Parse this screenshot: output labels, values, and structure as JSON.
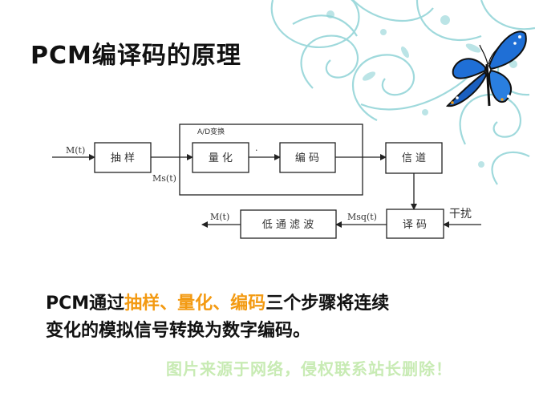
{
  "slide": {
    "title": "PCM编译码的原理",
    "description": {
      "prefix": "PCM通过",
      "highlight": "抽样、量化、编码",
      "middle": "三个步骤将连续",
      "line2": "变化的模拟信号转换为数字编码。"
    },
    "watermark": "图片来源于网络，侵权联系站长删除！",
    "colors": {
      "highlight": "#f39a12",
      "watermark": "#c8ebb4",
      "decoration": "#8fd3d6"
    }
  },
  "diagram": {
    "blocks": {
      "sample": "抽 样",
      "quantize": "量 化",
      "encode": "编 码",
      "channel": "信 道",
      "decode": "译 码",
      "lowpass": "低 通 滤 波"
    },
    "group_label": "A/D变换",
    "signals": {
      "input": "M(t)",
      "sampled": "Ms(t)",
      "quantized": "·",
      "received": "Msq(t)",
      "output": "M(t)",
      "interference": "干扰"
    }
  },
  "icons": [
    "butterfly-icon",
    "swirl-decoration"
  ]
}
